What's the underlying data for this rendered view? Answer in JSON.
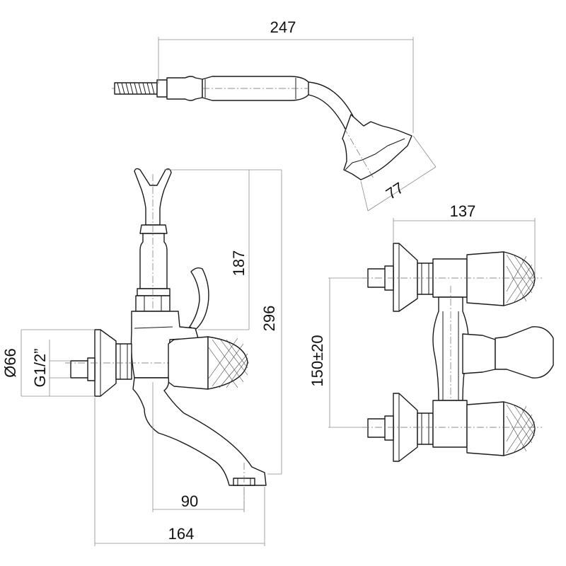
{
  "dimensions": {
    "handshower_length": "247",
    "showerhead_diameter": "77",
    "mixer_depth": "137",
    "holder_height": "187",
    "total_height": "296",
    "centers": "150±20",
    "connection_diameter": "Ø66",
    "thread": "G1/2”",
    "spout_reach": "90",
    "total_depth": "164"
  },
  "colors": {
    "line": "#1a1a1a",
    "dimension": "#8c8c8c",
    "background": "#ffffff"
  }
}
